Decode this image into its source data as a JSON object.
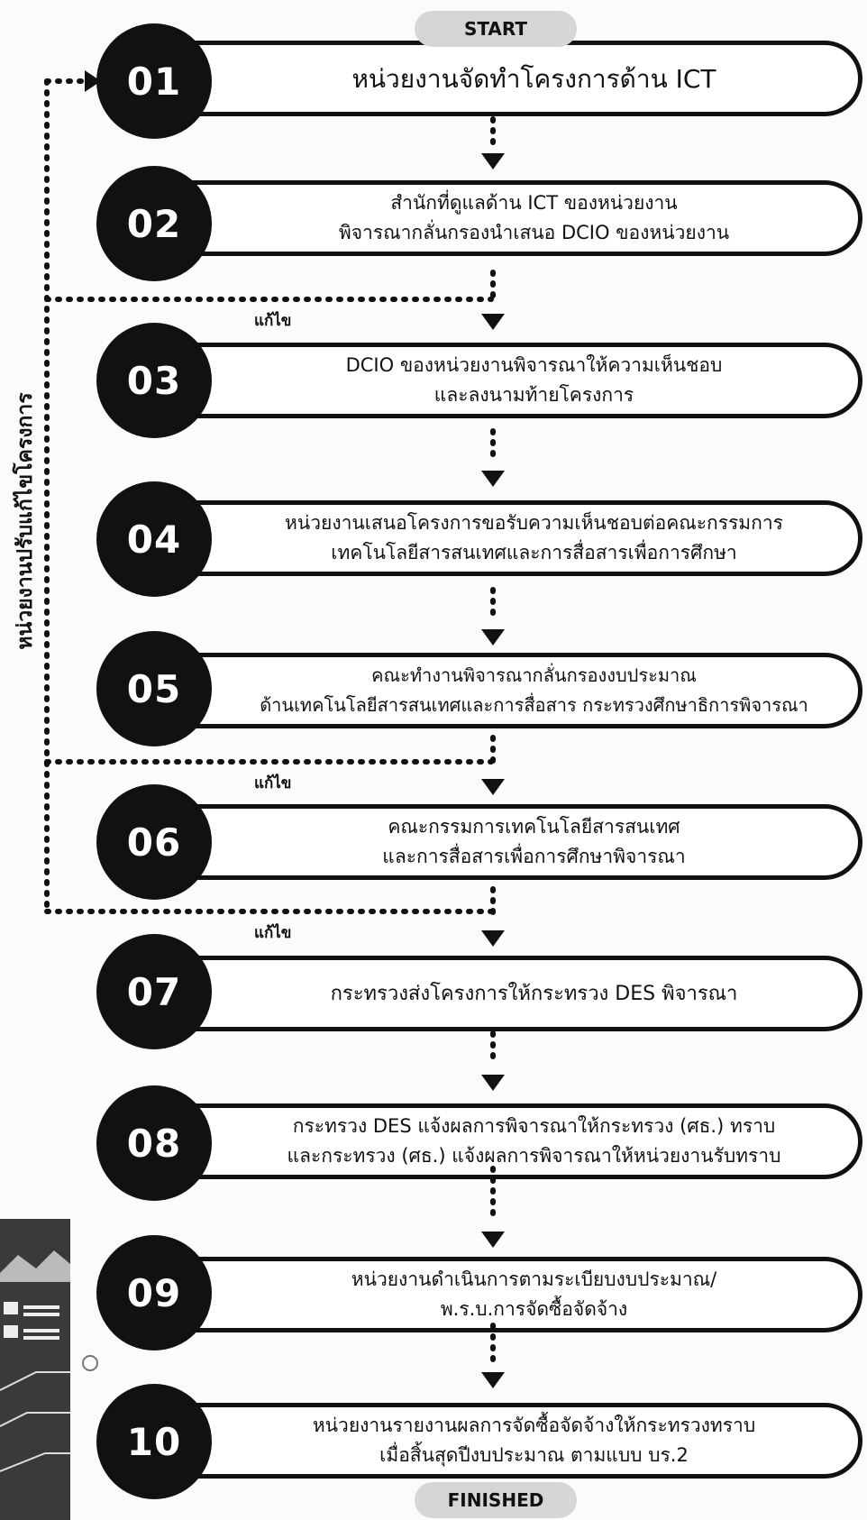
{
  "start_label": "START",
  "finish_label": "FINISHED",
  "side_label": "หน่วยงานปรับแก้ไขโครงการ",
  "edit_label": "แก้ไข",
  "steps": [
    {
      "number": "01",
      "line1": "หน่วยงานจัดทำโครงการด้าน ICT",
      "line2": ""
    },
    {
      "number": "02",
      "line1": "สำนักที่ดูแลด้าน ICT ของหน่วยงาน",
      "line2": "พิจารณากลั่นกรองนำเสนอ DCIO ของหน่วยงาน"
    },
    {
      "number": "03",
      "line1": "DCIO ของหน่วยงานพิจารณาให้ความเห็นชอบ",
      "line2": "และลงนามท้ายโครงการ"
    },
    {
      "number": "04",
      "line1": "หน่วยงานเสนอโครงการขอรับความเห็นชอบต่อคณะกรรมการ",
      "line2": "เทคโนโลยีสารสนเทศและการสื่อสารเพื่อการศึกษา"
    },
    {
      "number": "05",
      "line1": "คณะทำงานพิจารณากลั่นกรองงบประมาณ",
      "line2": "ด้านเทคโนโลยีสารสนเทศและการสื่อสาร กระทรวงศึกษาธิการพิจารณา"
    },
    {
      "number": "06",
      "line1": "คณะกรรมการเทคโนโลยีสารสนเทศ",
      "line2": "และการสื่อสารเพื่อการศึกษาพิจารณา"
    },
    {
      "number": "07",
      "line1": "กระทรวงส่งโครงการให้กระทรวง DES พิจารณา",
      "line2": ""
    },
    {
      "number": "08",
      "line1": "กระทรวง DES แจ้งผลการพิจารณาให้กระทรวง (ศธ.) ทราบ",
      "line2": "และกระทรวง (ศธ.) แจ้งผลการพิจารณาให้หน่วยงานรับทราบ"
    },
    {
      "number": "09",
      "line1": "หน่วยงานดำเนินการตามระเบียบงบประมาณ/",
      "line2": "พ.ร.บ.การจัดซื้อจัดจ้าง"
    },
    {
      "number": "10",
      "line1": "หน่วยงานรายงานผลการจัดซื้อจัดจ้างให้กระทรวงทราบ",
      "line2": "เมื่อสิ้นสุดปีงบประมาณ ตามแบบ บร.2"
    }
  ]
}
